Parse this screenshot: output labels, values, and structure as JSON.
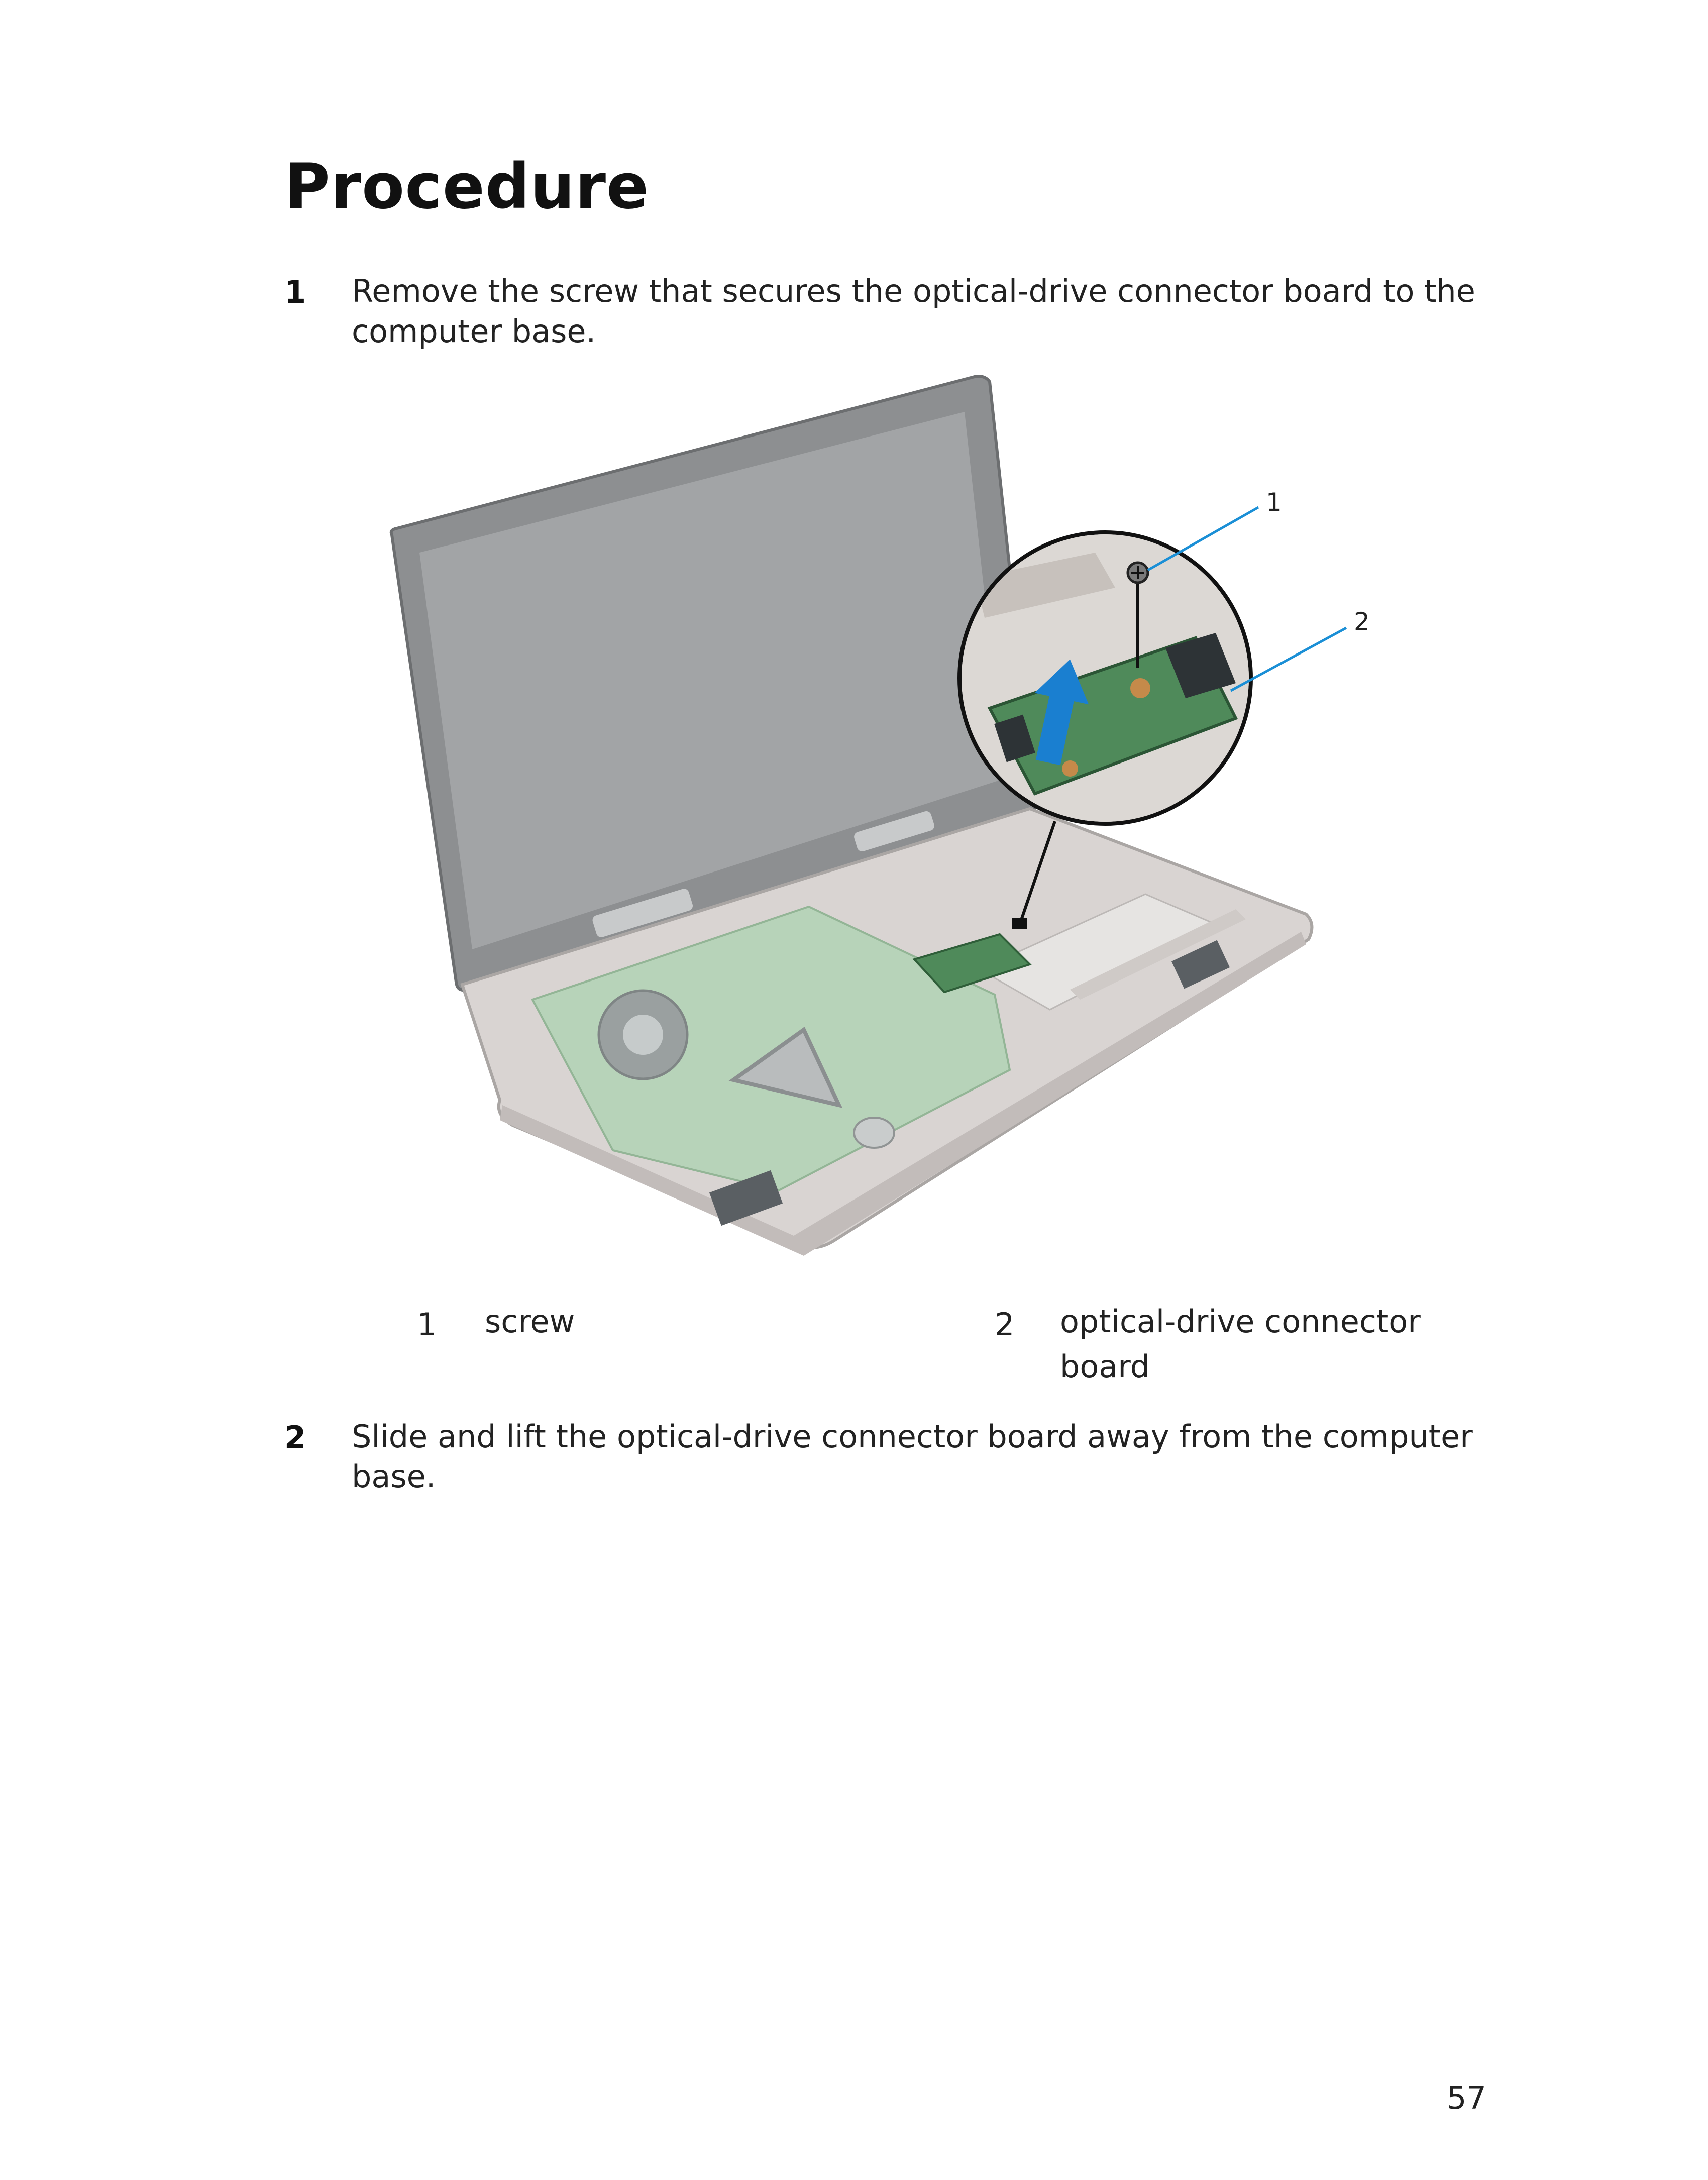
{
  "section": {
    "title": "Procedure"
  },
  "steps": [
    {
      "number": "1",
      "text": "Remove the screw that secures the optical-drive connector board to the computer base."
    },
    {
      "number": "2",
      "text": "Slide and lift the optical-drive connector board away from the computer base."
    }
  ],
  "figure": {
    "callouts": [
      "1",
      "2"
    ]
  },
  "legend": [
    {
      "number": "1",
      "label": "screw"
    },
    {
      "number": "2",
      "label": "optical-drive connector board"
    }
  ],
  "footer": {
    "page_number": "57"
  },
  "colors": {
    "callout_line": "#1a8fd6",
    "arrow": "#1a7fd0",
    "board": "#4f8a5a"
  }
}
